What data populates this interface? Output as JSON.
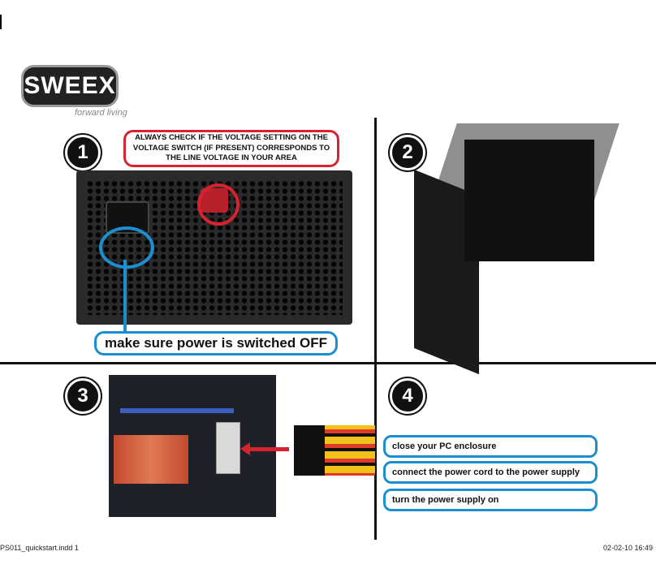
{
  "brand": {
    "logo_text": "SWEEX",
    "tagline": "forward living"
  },
  "steps": [
    "1",
    "2",
    "3",
    "4"
  ],
  "step1": {
    "warning": "ALWAYS CHECK IF THE VOLTAGE SETTING ON THE VOLTAGE SWITCH (IF PRESENT) CORRESPONDS TO THE LINE VOLTAGE IN YOUR AREA",
    "power_note": "make sure power is switched OFF"
  },
  "step4": {
    "actions": [
      "close your PC enclosure",
      "connect the power cord to the power supply",
      "turn the power supply on"
    ]
  },
  "footer": {
    "file": "PS011_quickstart.indd   1",
    "datetime": "02-02-10   16:49"
  },
  "colors": {
    "accent_blue": "#1b8fcf",
    "warning_red": "#d82230"
  }
}
